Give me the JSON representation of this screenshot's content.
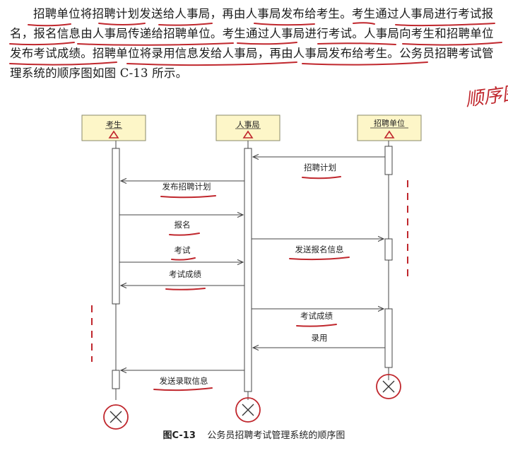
{
  "paragraph": "招聘单位将招聘计划发送给人事局，再由人事局发布给考生。考生通过人事局进行考试报名，报名信息由人事局传递给招聘单位。考生通过人事局进行考试。人事局向考生和招聘单位发布考试成绩。招聘单位将录用信息发给人事局，再由人事局发布给考生。公务员招聘考试管理系统的顺序图如图 C-13 所示。",
  "margin_note": "顺序图",
  "caption": {
    "prefix": "图C-13",
    "text": "公务员招聘考试管理系统的顺序图"
  },
  "lifelines": [
    {
      "id": "candidate",
      "label": "考生"
    },
    {
      "id": "bureau",
      "label": "人事局"
    },
    {
      "id": "employer",
      "label": "招聘单位"
    }
  ],
  "messages": [
    {
      "label": "招聘计划",
      "from": "employer",
      "to": "bureau"
    },
    {
      "label": "发布招聘计划",
      "from": "bureau",
      "to": "candidate"
    },
    {
      "label": "报名",
      "from": "candidate",
      "to": "bureau"
    },
    {
      "label": "发送报名信息",
      "from": "bureau",
      "to": "employer"
    },
    {
      "label": "考试",
      "from": "candidate",
      "to": "bureau"
    },
    {
      "label": "考试成绩",
      "from": "bureau",
      "to": "candidate"
    },
    {
      "label": "考试成绩",
      "from": "bureau",
      "to": "employer"
    },
    {
      "label": "录用",
      "from": "employer",
      "to": "bureau"
    },
    {
      "label": "发送录取信息",
      "from": "bureau",
      "to": "candidate"
    }
  ],
  "colors": {
    "actor_box": "#fdf6c8",
    "actor_border": "#8a8a6a",
    "activation": "#ffffff",
    "ink": "#333333",
    "annotation": "#c0272d"
  }
}
